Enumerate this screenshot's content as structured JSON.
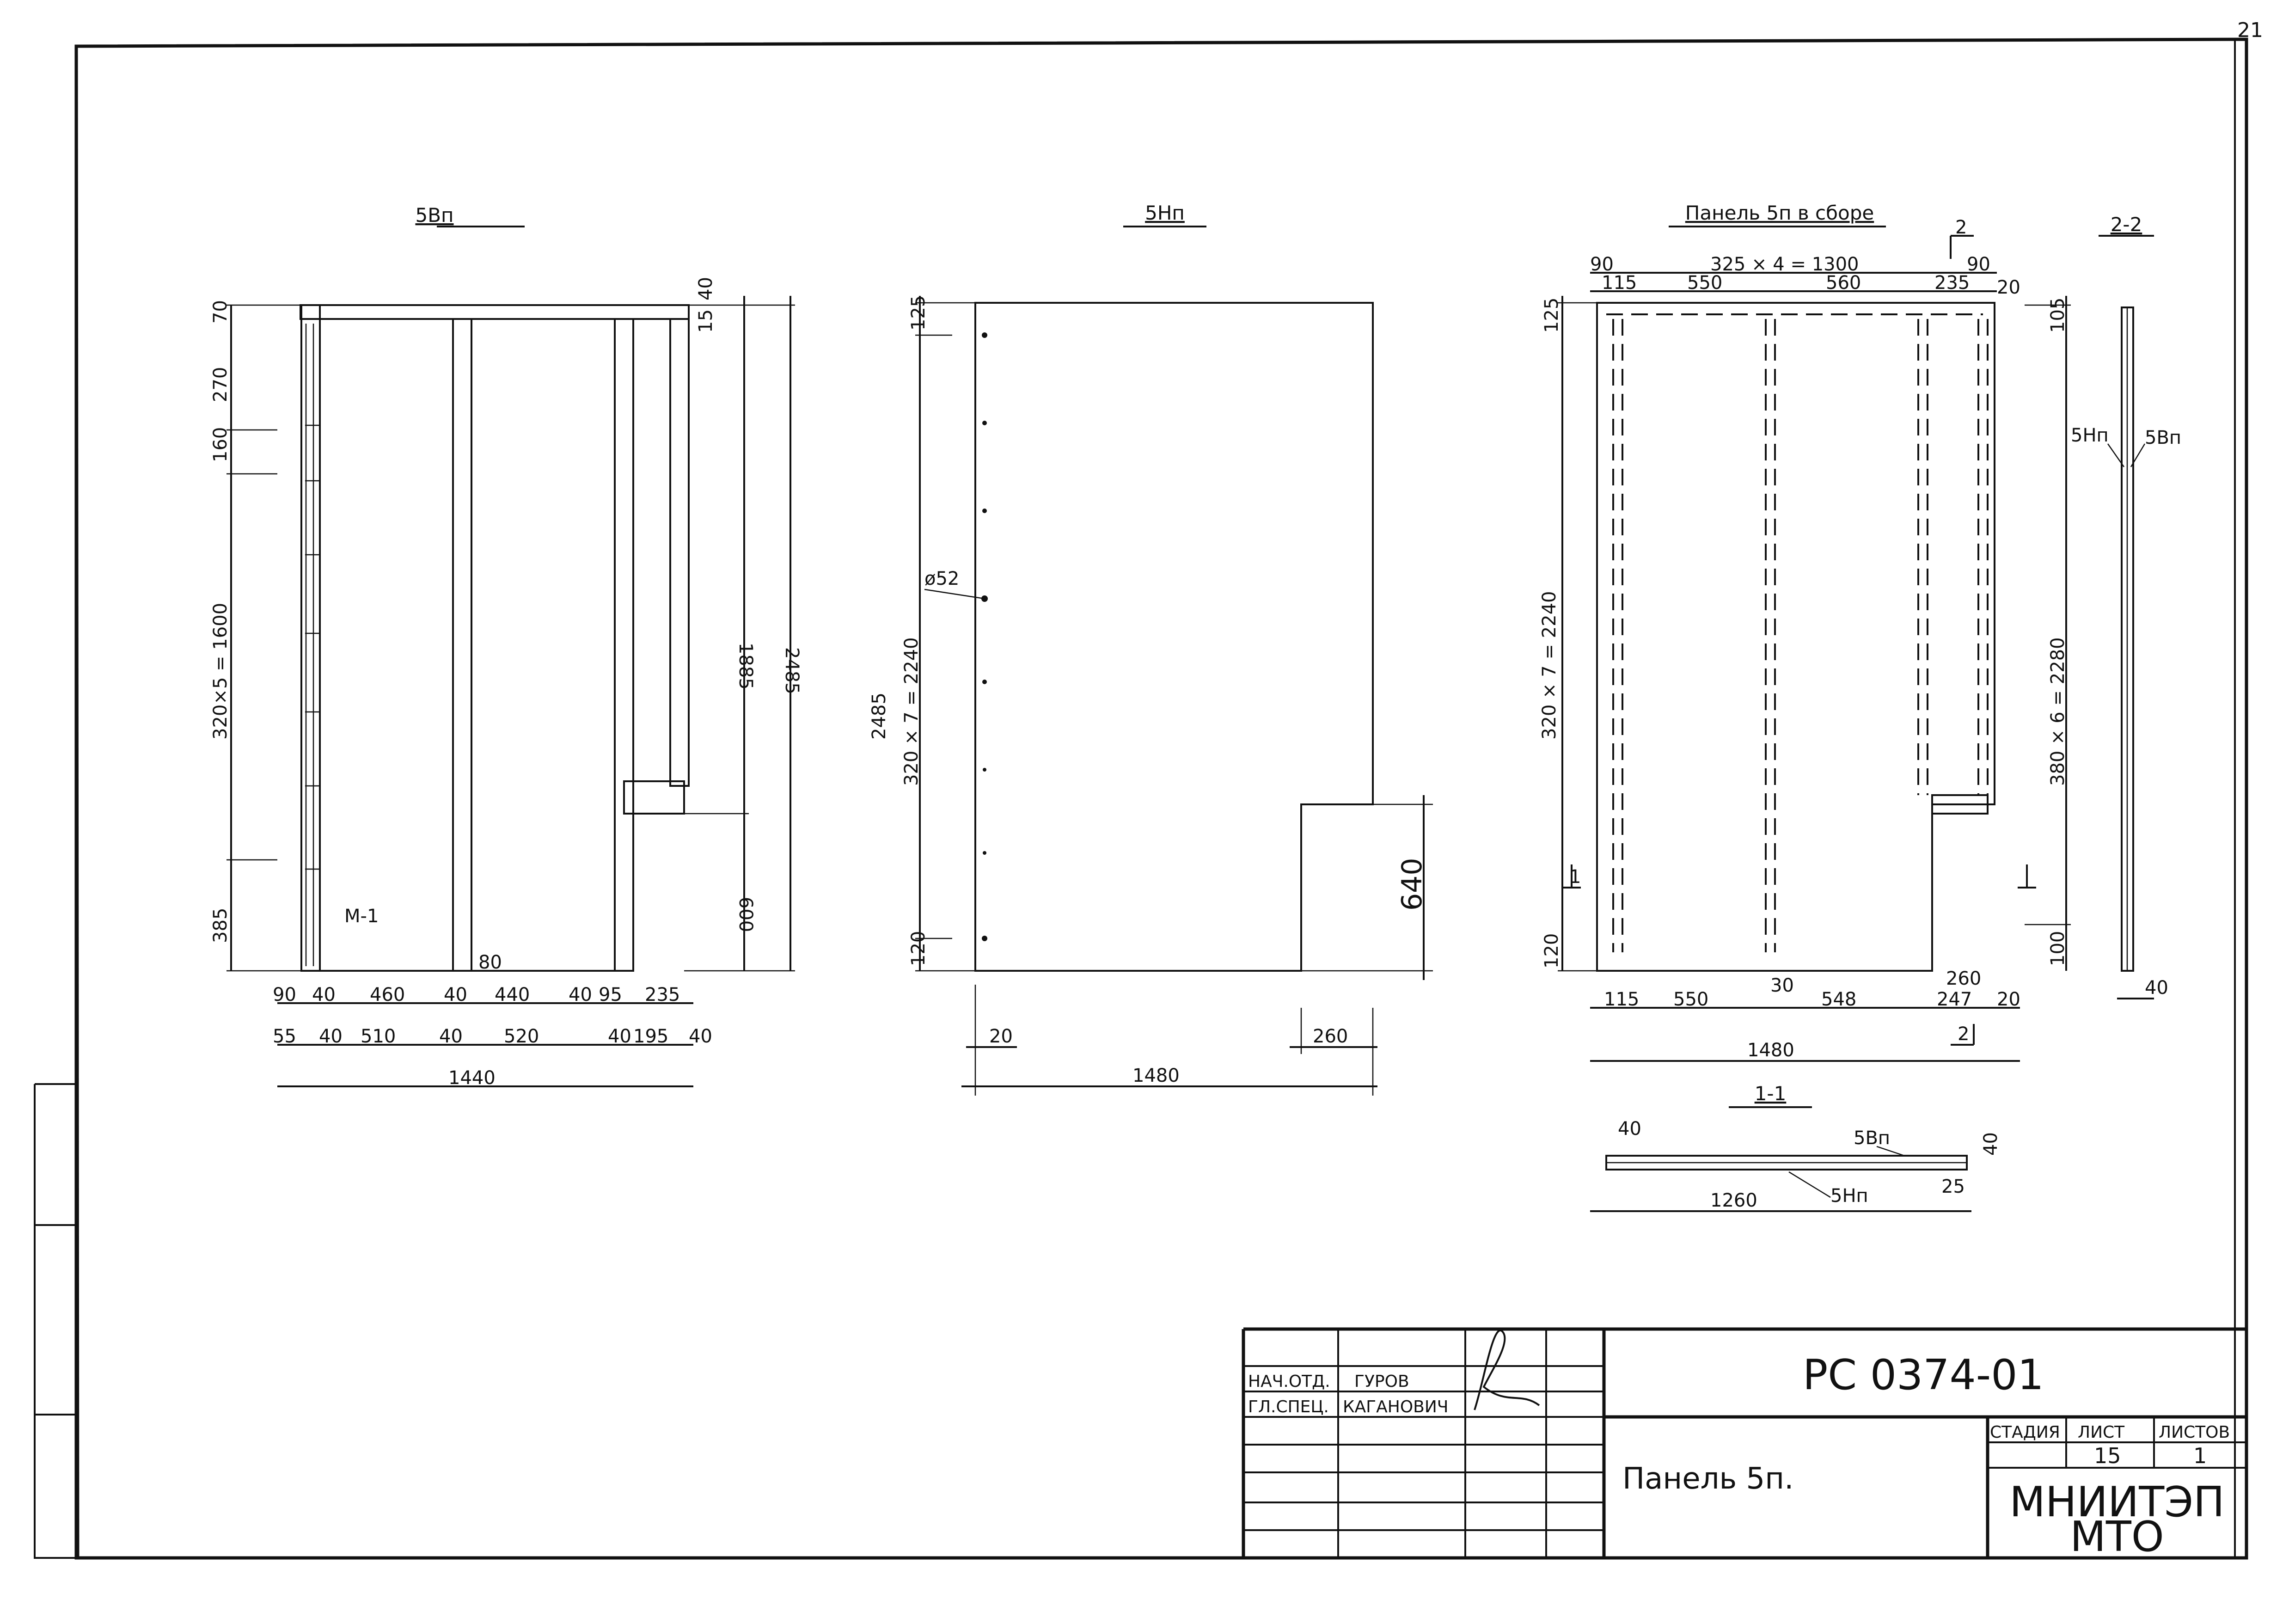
{
  "page_number": "21",
  "views": {
    "view_5vp": {
      "title": "5Вп",
      "left_dims": [
        "70",
        "270",
        "160",
        "320×5 = 1600",
        "385"
      ],
      "right_dims": [
        "15",
        "40",
        "1885",
        "2485",
        "600"
      ],
      "bottom_row1": [
        "90",
        "40",
        "460",
        "40",
        "440",
        "40",
        "95",
        "235"
      ],
      "bottom_row2": [
        "55",
        "40",
        "510",
        "40",
        "520",
        "40",
        "195",
        "40"
      ],
      "total": "1440",
      "mark_label": "М-1",
      "small_dim": "80"
    },
    "view_5np": {
      "title": "5Нп",
      "left_dims": [
        "125",
        "2485",
        "320 × 7 = 2240",
        "120"
      ],
      "hole": "ø52",
      "cutout": "640",
      "bottom": [
        "20",
        "260"
      ],
      "total": "1480"
    },
    "view_assembly": {
      "title": "Панель 5п в сборе",
      "section_mark": "2",
      "top_dims": [
        "90",
        "325 × 4 = 1300",
        "90",
        "115",
        "550",
        "560",
        "235",
        "20"
      ],
      "left_dims": [
        "125",
        "320 × 7 = 2240",
        "120"
      ],
      "right_dims": [
        "105",
        "380 × 6 = 2280",
        "100"
      ],
      "section_1_mark": "1",
      "bottom_dims": [
        "115",
        "550",
        "30",
        "548",
        "260",
        "247",
        "20"
      ],
      "total": "1480"
    },
    "section_2_2": {
      "title": "2-2",
      "label_a": "5Нп",
      "label_b": "5Вп",
      "dim": "40"
    },
    "section_1_1": {
      "title": "1-1",
      "label_a": "5Вп",
      "label_b": "5Нп",
      "dims": [
        "40",
        "40",
        "1260",
        "25"
      ]
    }
  },
  "title_block": {
    "rows": [
      {
        "role": "НАЧ.ОТД.",
        "name": "ГУРОВ"
      },
      {
        "role": "ГЛ.СПЕЦ.",
        "name": "КАГАНОВИЧ"
      }
    ],
    "document_code": "РС 0374-01",
    "sheet_name": "Панель 5п.",
    "headers": [
      "СТАДИЯ",
      "ЛИСТ",
      "ЛИСТОВ"
    ],
    "values": [
      "",
      "15",
      "1"
    ],
    "organization": [
      "МНИИТЭП",
      "МТО"
    ]
  }
}
